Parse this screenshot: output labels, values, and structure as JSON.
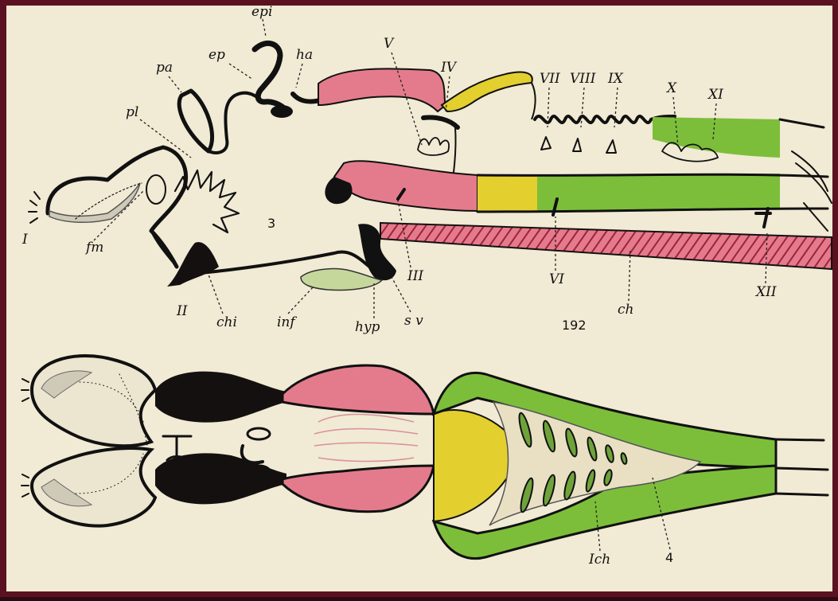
{
  "colors": {
    "background": "#f1ead4",
    "frame": "#5a1220",
    "forebrain_black": "#151010",
    "midbrain_pink": "#e47b8c",
    "cerebellum_yellow": "#e3cf2e",
    "hindbrain_green": "#7cbe3a",
    "notochord_hatch": "#c9304c",
    "infundibulum": "#c6d79c",
    "outline_ink": "#111111"
  },
  "upper_figure": {
    "labels": {
      "epi": "epi",
      "ep": "ep",
      "ha": "ha",
      "pa": "pa",
      "pl": "pl",
      "v": "V",
      "iv": "IV",
      "vii": "VII",
      "viii": "VIII",
      "ix": "IX",
      "x": "X",
      "xi": "XI",
      "i": "I",
      "fm": "fm",
      "num3": "3",
      "iii": "III",
      "ii": "II",
      "chi": "chi",
      "inf": "inf",
      "hyp": "hyp",
      "sv": "s v",
      "vi": "VI",
      "ch": "ch",
      "xii": "XII",
      "num192": "192"
    }
  },
  "lower_figure": {
    "labels": {
      "ich": "Ich",
      "num4": "4"
    }
  }
}
